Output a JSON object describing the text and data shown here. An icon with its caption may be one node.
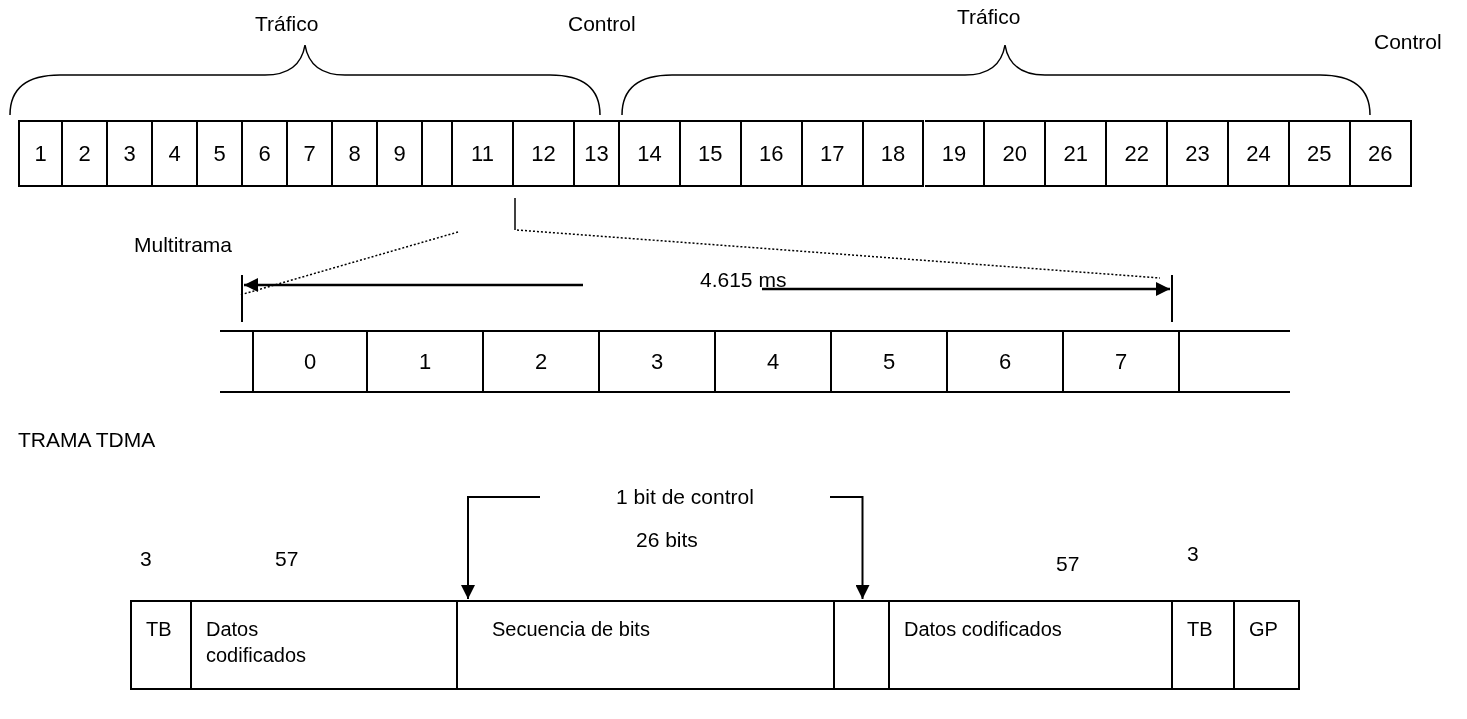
{
  "diagram": {
    "nodes": [
      {
        "text": [
          "1"
        ]
      },
      {
        "text": [
          "2"
        ]
      },
      {
        "text": [
          "3"
        ]
      },
      {
        "text": [
          "4"
        ]
      },
      {
        "text": [
          "5"
        ]
      },
      {
        "text": [
          "6"
        ]
      },
      {
        "text": [
          "7"
        ]
      },
      {
        "text": [
          "8"
        ]
      },
      {
        "text": [
          "9"
        ]
      },
      {
        "text": [],
        "shape": "box"
      },
      {
        "text": [
          "11"
        ]
      },
      {
        "text": [
          "12"
        ]
      },
      {
        "text": [
          "13"
        ]
      },
      {
        "text": [
          "14"
        ]
      },
      {
        "text": [
          "15"
        ]
      },
      {
        "text": [
          "16"
        ]
      },
      {
        "text": [
          "17"
        ]
      },
      {
        "text": [
          "18"
        ]
      },
      {
        "text": [
          "19"
        ]
      },
      {
        "text": [
          "20"
        ]
      },
      {
        "text": [
          "21"
        ]
      },
      {
        "text": [
          "22"
        ]
      },
      {
        "text": [
          "23"
        ]
      },
      {
        "text": [
          "24"
        ]
      },
      {
        "text": [
          "25"
        ]
      },
      {
        "text": [
          "26"
        ]
      },
      {
        "text": [
          "0"
        ]
      },
      {
        "text": [
          "1"
        ]
      },
      {
        "text": [
          "2"
        ]
      },
      {
        "text": [
          "3"
        ]
      },
      {
        "text": [
          "4"
        ]
      },
      {
        "text": [
          "5"
        ]
      },
      {
        "text": [
          "6"
        ]
      },
      {
        "text": [
          "7"
        ]
      },
      {
        "text": [
          "1 bit de control"
        ]
      },
      {
        "text": [
          "TB"
        ]
      },
      {
        "text": [
          "Datos codificados"
        ]
      },
      {
        "text": [],
        "shape": "box"
      },
      {
        "text": [
          "Secuencia de bits"
        ]
      },
      {
        "text": [],
        "shape": "box"
      },
      {
        "text": [
          "Datos codificados"
        ]
      },
      {
        "text": [
          "TB"
        ]
      },
      {
        "text": [
          "GP"
        ]
      }
    ],
    "edges": [
      {
        "from": 34,
        "to": 37,
        "arrow": "to"
      },
      {
        "from": 34,
        "to": 39,
        "arrow": "to"
      }
    ],
    "labels": [
      "Tráfico",
      "Control",
      "Tráfico",
      "Control",
      "Multitrama",
      "4.615 ms",
      "TRAMA TDMA",
      "26 bits",
      "3",
      "57",
      "57",
      "3"
    ]
  }
}
